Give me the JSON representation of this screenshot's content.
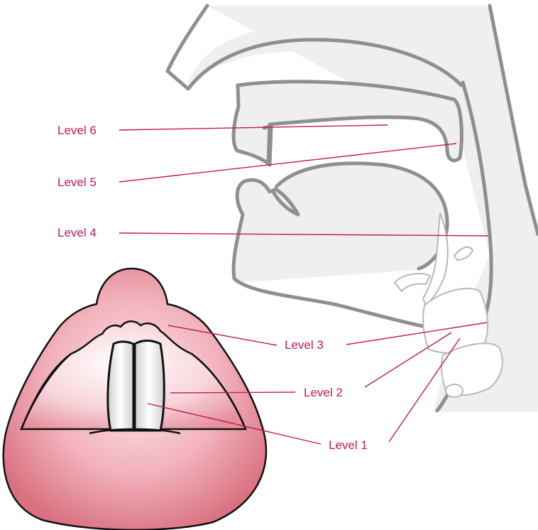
{
  "labels": {
    "level_6": "Level 6",
    "level_5": "Level 5",
    "level_4": "Level 4",
    "level_3": "Level 3",
    "level_2": "Level 2",
    "level_1": "Level 1"
  },
  "colors": {
    "label": "#c2185b",
    "head_fill": "#efefef",
    "head_outline": "#8f8f8f",
    "larynx_pink": "#e07a88"
  }
}
